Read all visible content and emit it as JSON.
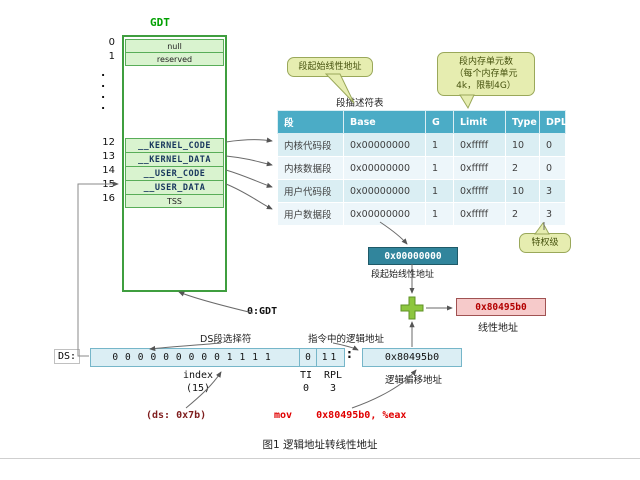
{
  "caption": "图1 逻辑地址转线性地址",
  "gdt": {
    "title": "GDT",
    "indices": [
      "0",
      "1",
      "12",
      "13",
      "14",
      "15",
      "16"
    ],
    "rows": [
      "null",
      "reserved",
      "__KERNEL_CODE",
      "__KERNEL_DATA",
      "__USER_CODE",
      "__USER_DATA",
      "TSS"
    ],
    "dots": [
      ".",
      ".",
      ".",
      "."
    ]
  },
  "callouts": {
    "segment_base": "段起始线性地址",
    "segment_units_line1": "段内存单元数",
    "segment_units_line2": "（每个内存单元",
    "segment_units_line3": "4k，限制4G）",
    "privilege": "特权级"
  },
  "descriptor_table": {
    "title": "段描述符表",
    "headers": [
      "段",
      "Base",
      "G",
      "Limit",
      "Type",
      "DPL"
    ],
    "rows": [
      [
        "内核代码段",
        "0x00000000",
        "1",
        "0xfffff",
        "10",
        "0"
      ],
      [
        "内核数据段",
        "0x00000000",
        "1",
        "0xfffff",
        "2",
        "0"
      ],
      [
        "用户代码段",
        "0x00000000",
        "1",
        "0xfffff",
        "10",
        "3"
      ],
      [
        "用户数据段",
        "0x00000000",
        "1",
        "0xfffff",
        "2",
        "3"
      ]
    ]
  },
  "calc": {
    "base_value": "0x00000000",
    "base_label": "段起始线性地址",
    "linear_value": "0x80495b0",
    "linear_label": "线性地址",
    "offset_value": "0x80495b0",
    "offset_label": "逻辑偏移地址"
  },
  "selector": {
    "register": "DS:",
    "index_bits": "0000000001111",
    "ti_bit": "0",
    "rpl_bits": "11",
    "colon": ":",
    "index_label": "index",
    "index_value": "(15)",
    "ti_label": "TI",
    "ti_value": "0",
    "rpl_label": "RPL",
    "rpl_value": "3"
  },
  "labels": {
    "gdt_ref": "0:GDT",
    "ds_selector": "DS段选择符",
    "logical_address": "指令中的逻辑地址",
    "ds_value": "(ds: 0x7b)",
    "instruction": "mov    0x80495b0, %eax"
  }
}
